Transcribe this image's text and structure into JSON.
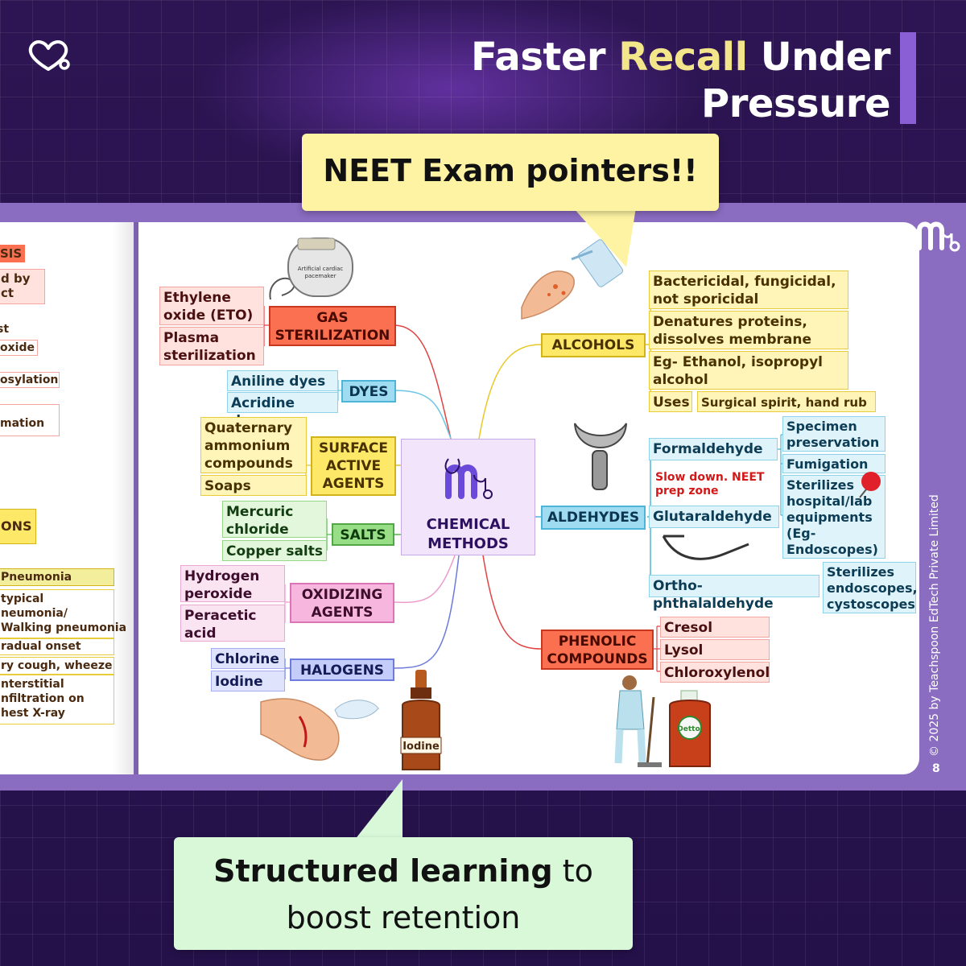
{
  "header": {
    "line1_part1": "Faster ",
    "line1_highlight": "Recall",
    "line1_part2": " Under",
    "line2": "Pressure"
  },
  "callouts": {
    "top": "NEET Exam pointers!!",
    "bottom_bold": "Structured learning",
    "bottom_rest": " to",
    "bottom_line2": "boost retention"
  },
  "left_page": {
    "fragments": [
      "SIS",
      "d by",
      "ct",
      "st",
      "oxide",
      "osylation",
      "mation",
      "ONS",
      "Pneumonia",
      "typical",
      "neumonia/",
      "Walking pneumonia",
      "radual onset",
      "ry cough, wheeze",
      "nterstitial",
      "nfiltration on",
      "hest X-ray"
    ]
  },
  "mindmap": {
    "center": [
      "CHEMICAL",
      "METHODS"
    ],
    "gas": {
      "label": [
        "GAS",
        "STERILIZATION"
      ],
      "items": [
        [
          "Ethylene",
          "oxide (ETO)"
        ],
        [
          "Plasma",
          "sterilization"
        ]
      ]
    },
    "dyes": {
      "label": "DYES",
      "items": [
        "Aniline dyes",
        "Acridine dyes"
      ]
    },
    "surface": {
      "label": [
        "SURFACE",
        "ACTIVE",
        "AGENTS"
      ],
      "items": [
        [
          "Quaternary",
          "ammonium",
          "compounds"
        ],
        [
          "Soaps"
        ]
      ]
    },
    "salts": {
      "label": "SALTS",
      "items": [
        [
          "Mercuric",
          "chloride"
        ],
        [
          "Copper salts"
        ]
      ]
    },
    "oxidizing": {
      "label": [
        "OXIDIZING",
        "AGENTS"
      ],
      "items": [
        [
          "Hydrogen",
          "peroxide"
        ],
        [
          "Peracetic",
          "acid"
        ]
      ]
    },
    "halogens": {
      "label": "HALOGENS",
      "items": [
        "Chlorine",
        "Iodine"
      ]
    },
    "alcohols": {
      "label": "ALCOHOLS",
      "items": [
        [
          "Bactericidal, fungicidal,",
          "not sporicidal"
        ],
        [
          "Denatures proteins,",
          "dissolves membrane lipids"
        ],
        [
          "Eg- Ethanol, isopropyl",
          "alcohol"
        ]
      ],
      "uses_label": "Uses",
      "uses_value": "Surgical spirit, hand rub"
    },
    "aldehydes": {
      "label": "ALDEHYDES",
      "formaldehyde": "Formaldehyde",
      "form_items": [
        [
          "Specimen",
          "preservation"
        ],
        [
          "Fumigation"
        ],
        [
          "Sterilizes",
          "hospital/lab",
          "equipments",
          "(Eg-",
          "Endoscopes)"
        ]
      ],
      "glutaraldehyde": "Glutaraldehyde",
      "opa": "Ortho-phthalaldehyde",
      "opa_items": [
        "Sterilizes",
        "endoscopes,",
        "cystoscopes"
      ],
      "note": [
        "Slow down. NEET",
        "prep zone"
      ]
    },
    "phenolic": {
      "label": [
        "PHENOLIC",
        "COMPOUNDS"
      ],
      "items": [
        "Cresol",
        "Lysol",
        "Chloroxylenol"
      ]
    }
  },
  "illustrations": {
    "pacemaker_text": [
      "Artificial cardiac",
      "pacemaker"
    ],
    "iodine_label": "Iodine",
    "dettol_label": "Dettol"
  },
  "footer": {
    "copyright": "© 2025 by Teachspoon EdTech Private Limited",
    "page_number": "8"
  },
  "colors": {
    "background": "#2a1450",
    "accent": "#8a5fd6",
    "highlight": "#f3e58a",
    "book_band": "#8a6cc0"
  }
}
